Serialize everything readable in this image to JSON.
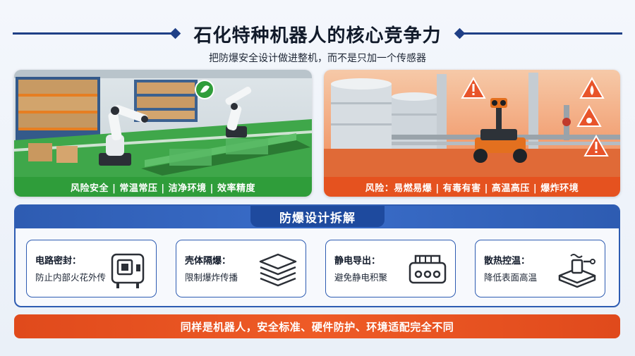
{
  "header": {
    "title": "石化特种机器人的核心竞争力",
    "subtitle": "把防爆安全设计做进整机，而不是只加一个传感器"
  },
  "scenes": {
    "left": {
      "caption": "风险安全 | 常温常压 | 洁净环境 | 效率精度",
      "accent": "#2f9d3a"
    },
    "right": {
      "caption": "风险：易燃易爆 | 有毒有害 | 高温高压 | 爆炸环境",
      "accent": "#e5521f"
    }
  },
  "design": {
    "heading": "防爆设计拆解",
    "cards": [
      {
        "title": "电路密封：",
        "desc": "防止内部火花外传",
        "icon": "sealed-circuit-box-icon"
      },
      {
        "title": "壳体隔爆：",
        "desc": "限制爆炸传播",
        "icon": "layered-shell-icon"
      },
      {
        "title": "静电导出：",
        "desc": "避免静电积聚",
        "icon": "static-discharge-module-icon"
      },
      {
        "title": "散热控温：",
        "desc": "降低表面高温",
        "icon": "heat-sink-icon"
      }
    ]
  },
  "footer": {
    "banner": "同样是机器人，安全标准、硬件防护、环境适配完全不同"
  },
  "colors": {
    "primary_blue": "#2e5cb2",
    "green": "#2f9d3a",
    "orange": "#e5521f"
  }
}
